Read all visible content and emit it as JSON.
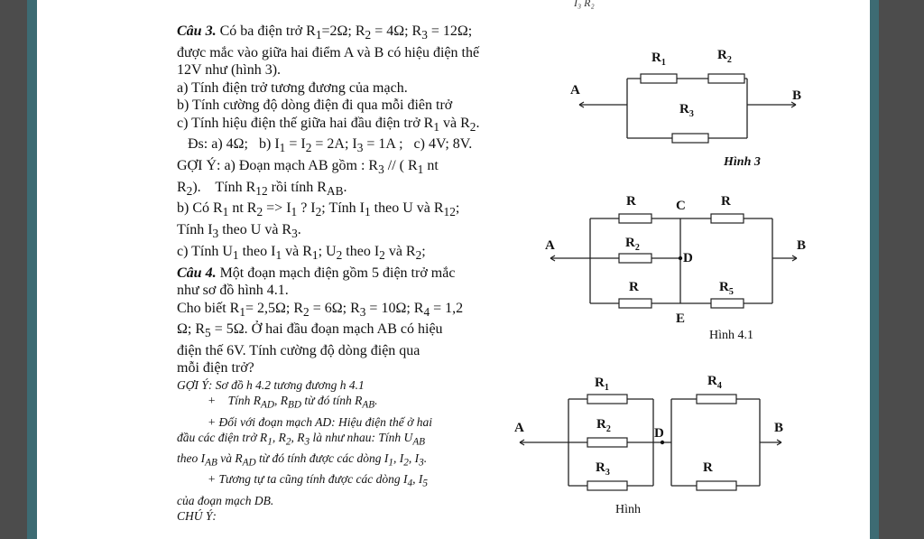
{
  "top_note": "I₃  R₂",
  "lines": [
    "<b><i>Câu 3.</i></b> Có ba điện trở R<sub>1</sub>=2Ω; R<sub>2</sub> = 4Ω; R<sub>3</sub> = 12Ω;",
    "được mắc vào giữa hai điểm A và B có hiệu điện thế",
    "12V như (hình 3).",
    "a) Tính điện trở tương đương của mạch.",
    "b) Tính cường độ dòng điện đi qua mỗi điên trở",
    "c) Tính hiệu điện thế giữa hai đầu điện trở R<sub>1</sub> và R<sub>2</sub>.",
    "&nbsp;&nbsp;&nbsp;Đs: a) 4Ω;&nbsp;&nbsp; b) I<sub>1</sub> = I<sub>2</sub> = 2A; I<sub>3</sub> = 1A ;&nbsp;&nbsp; c) 4V; 8V.",
    "GỢI Ý: a) Đoạn mạch AB gồm : R<sub>3</sub> // ( R<sub>1</sub> nt",
    "R<sub>2</sub>).&nbsp;&nbsp;&nbsp; Tính R<sub>12</sub> rồi tính R<sub>AB</sub>.",
    "b) Có R<sub>1</sub> nt R<sub>2</sub> =&gt; I<sub>1</sub> ? I<sub>2</sub>; Tính I<sub>1</sub> theo U và R<sub>12</sub>;",
    "Tính I<sub>3</sub> theo U và R<sub>3</sub>.",
    "c) Tính U<sub>1</sub> theo I<sub>1</sub> và R<sub>1</sub>; U<sub>2</sub> theo I<sub>2</sub> và R<sub>2</sub>;",
    "<b><i>Câu 4.</i></b> Một đoạn mạch điện gồm 5 điện trở mắc",
    "như sơ đồ hình 4.1.",
    "Cho biết R<sub>1</sub>= 2,5Ω; R<sub>2</sub> = 6Ω; R<sub>3</sub> = 10Ω; R<sub>4</sub> = 1,2",
    "Ω; R<sub>5</sub> = 5Ω. Ở hai đầu đoạn mạch AB có hiệu",
    "điện thế 6V. Tính cường độ dòng điện qua",
    "mỗi điện trở?"
  ],
  "hint_lines": [
    {
      "html": "GỢI Ý: Sơ đồ h 4.2 tương đương h 4.1",
      "indent": false
    },
    {
      "html": "+&nbsp;&nbsp;&nbsp; Tính R<sub>AD</sub>, R<sub>BD</sub> từ đó tính R<sub>AB</sub>.",
      "indent": true
    },
    {
      "html": "+ Đối với đoạn mạch AD: Hiệu điện thế ở hai",
      "indent": true
    },
    {
      "html": "đầu các điện trở R<sub>1</sub>, R<sub>2</sub>, R<sub>3</sub> là như nhau: Tính U<sub>AB</sub>",
      "indent": false
    },
    {
      "html": "theo I<sub>AB</sub> và R<sub>AD</sub> từ đó tính được các dòng I<sub>1</sub>, I<sub>2</sub>, I<sub>3</sub>.",
      "indent": false
    },
    {
      "html": "+ Tương tự ta cũng tính được các dòng I<sub>4</sub>, I<sub>5</sub>",
      "indent": true
    },
    {
      "html": "của đoạn mạch DB.",
      "indent": false
    },
    {
      "html": "CHÚ Ý:",
      "indent": false
    }
  ],
  "figures": {
    "fig3": {
      "caption": "Hình 3",
      "A": "A",
      "B": "B",
      "R1": "R",
      "R1_sub": "1",
      "R2": "R",
      "R2_sub": "2",
      "R3": "R",
      "R3_sub": "3"
    },
    "fig41": {
      "caption": "Hình 4.1",
      "A": "A",
      "B": "B",
      "C": "C",
      "D": "D",
      "E": "E",
      "R_tl": "R",
      "R_tr": "R",
      "R2": "R",
      "R2_sub": "2",
      "R_bl": "R",
      "R5": "R",
      "R5_sub": "5"
    },
    "fig42": {
      "caption": "Hình",
      "A": "A",
      "B": "B",
      "D": "D",
      "R1": "R",
      "R1_sub": "1",
      "R2": "R",
      "R2_sub": "2",
      "R3": "R",
      "R3_sub": "3",
      "R4": "R",
      "R4_sub": "4",
      "R_r": "R"
    }
  }
}
